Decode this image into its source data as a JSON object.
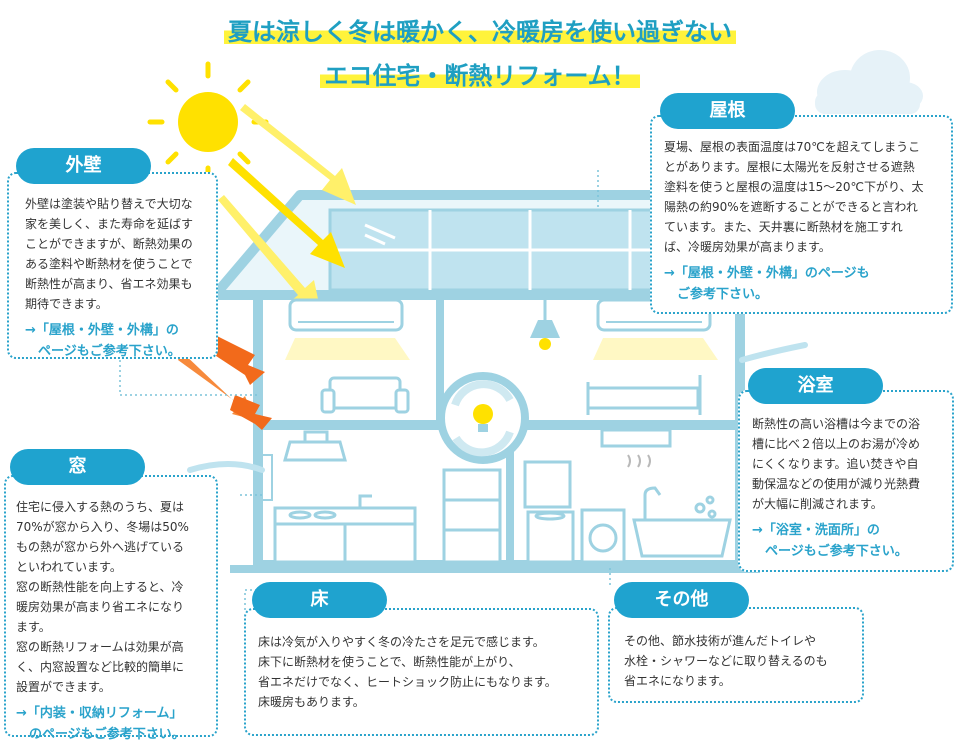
{
  "title": {
    "line1": "夏は涼しく冬は暖かく、冷暖房を使い過ぎない",
    "line2": "エコ住宅・断熱リフォーム！"
  },
  "sections": {
    "gaiheki": {
      "label": "外壁",
      "body": "外壁は塗装や貼り替えで大切な\n家を美しく、また寿命を延ばす\nことができますが、断熱効果の\nある塗料や断熱材を使うことで\n断熱性が高まり、省エネ効果も\n期待できます。",
      "link": "→「屋根・外壁・外構」の\n　ページもご参考下さい。"
    },
    "yane": {
      "label": "屋根",
      "body": "夏場、屋根の表面温度は70℃を超えてしまうこ\nとがあります。屋根に太陽光を反射させる遮熱\n塗料を使うと屋根の温度は15〜20℃下がり、太\n陽熱の約90%を遮断することができると言われ\nています。また、天井裏に断熱材を施工すれ\nば、冷暖房効果が高まります。",
      "link": "→「屋根・外壁・外構」のページも\n　ご参考下さい。"
    },
    "mado": {
      "label": "窓",
      "body": "住宅に侵入する熱のうち、夏は\n70%が窓から入り、冬場は50%\nもの熱が窓から外へ逃げている\nといわれています。\n窓の断熱性能を向上すると、冷\n暖房効果が高まり省エネになり\nます。\n窓の断熱リフォームは効果が高\nく、内窓設置など比較的簡単に\n設置ができます。",
      "link": "→「内装・収納リフォーム」\n　のページもご参考下さい。"
    },
    "yokushitsu": {
      "label": "浴室",
      "body": "断熱性の高い浴槽は今までの浴\n槽に比べ２倍以上のお湯が冷め\nにくくなります。追い焚きや自\n動保温などの使用が減り光熱費\nが大幅に削減されます。",
      "link": "→「浴室・洗面所」の\n　ページもご参考下さい。"
    },
    "yuka": {
      "label": "床",
      "body": "床は冷気が入りやすく冬の冷たさを足元で感じます。\n床下に断熱材を使うことで、断熱性能が上がり、\n省エネだけでなく、ヒートショック防止にもなります。\n床暖房もあります。"
    },
    "sonota": {
      "label": "その他",
      "body": "その他、節水技術が進んだトイレや\n水栓・シャワーなどに取り替えるのも\n省エネになります。"
    }
  },
  "colors": {
    "accent": "#1fa3cf",
    "house_line": "#9ed2e2",
    "house_fill": "#dff1f7",
    "highlight": "#fff33b",
    "sun": "#ffe100",
    "heat_arrow": "#f26a1b"
  },
  "icons": [
    "sun-icon",
    "cloud-icon",
    "air-conditioner-icon",
    "pendant-lamp-icon",
    "sofa-icon",
    "bed-icon",
    "range-hood-icon",
    "kitchen-icon",
    "fridge-icon",
    "washbasin-icon",
    "washing-machine-icon",
    "bathtub-icon",
    "bathroom-heater-icon",
    "eco-bulb-icon",
    "heat-arrow-icon",
    "wind-icon"
  ]
}
